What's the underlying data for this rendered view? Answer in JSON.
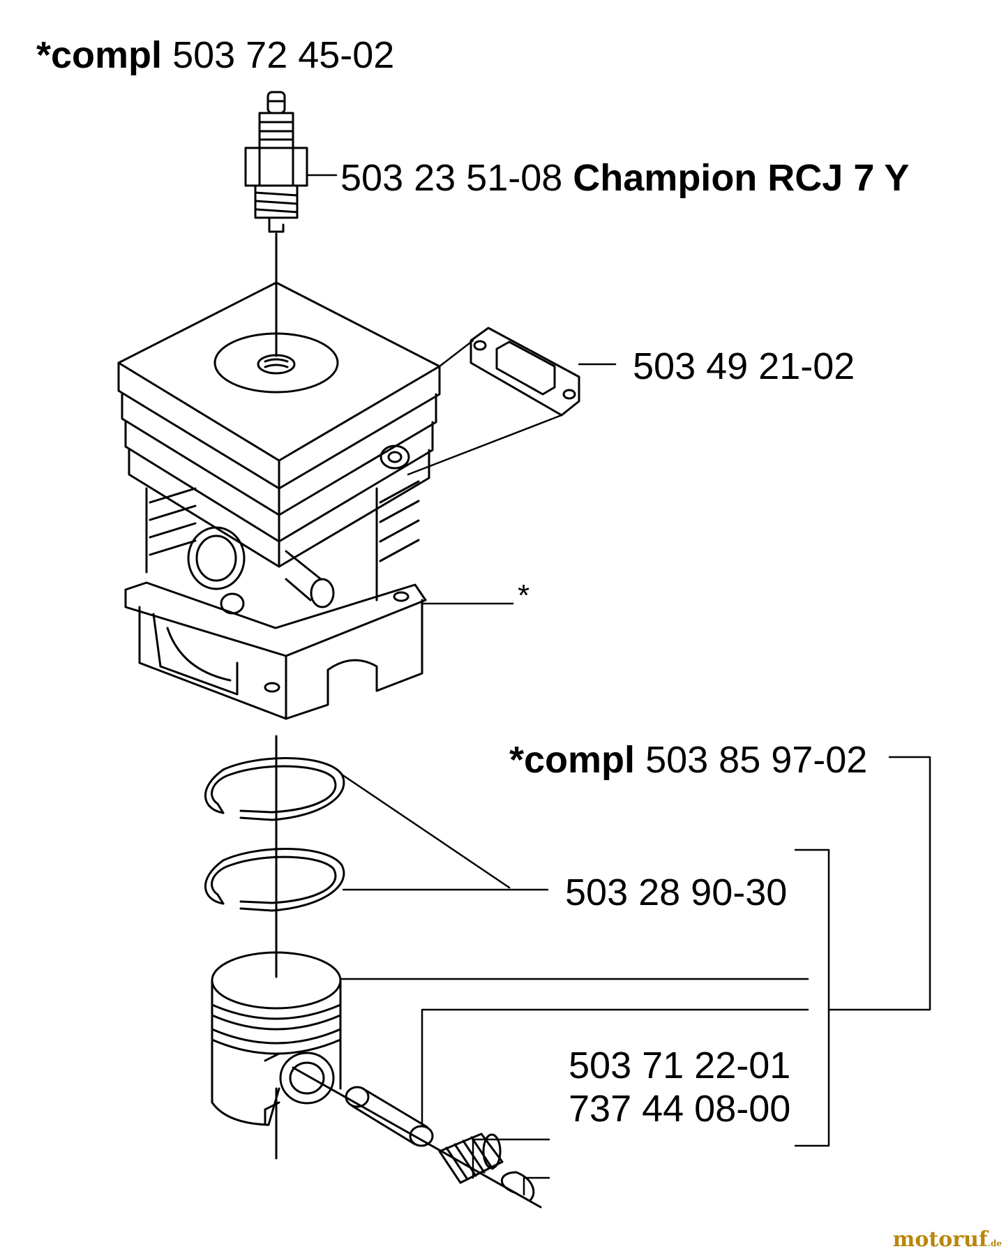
{
  "labels": {
    "cylinder_kit_prefix": "*compl",
    "cylinder_kit_number": "503 72 45-02",
    "spark_plug_number": "503 23 51-08",
    "spark_plug_type": "Champion RCJ 7 Y",
    "gasket_number": "503 49 21-02",
    "cylinder_marker": "*",
    "piston_kit_prefix": "*compl",
    "piston_kit_number": "503 85 97-02",
    "piston_ring_number": "503 28 90-30",
    "needle_bearing_number": "503 71 22-01",
    "circlip_number": "737 44 08-00"
  },
  "watermark": {
    "brand": "motoruf",
    "suffix": ".de",
    "color": "#b8860b"
  }
}
